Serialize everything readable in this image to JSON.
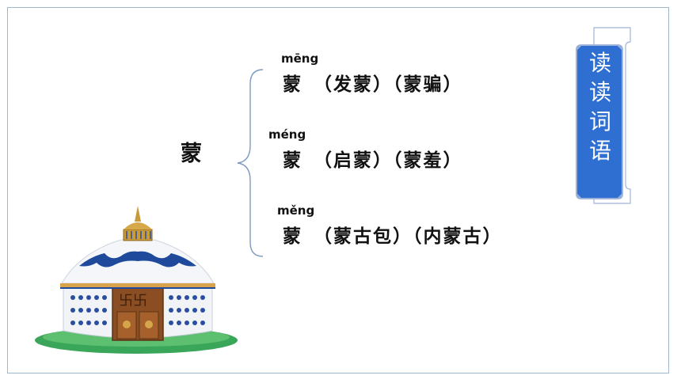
{
  "main_character": "蒙",
  "readings": [
    {
      "pinyin": "mēng",
      "char": "蒙",
      "words": "（发蒙）（蒙骗）"
    },
    {
      "pinyin": "méng",
      "char": "蒙",
      "words": "（启蒙）（蒙羞）"
    },
    {
      "pinyin": "měng",
      "char": "蒙",
      "words": "（蒙古包）（内蒙古）"
    }
  ],
  "badge": [
    "读",
    "读",
    "词",
    "语"
  ],
  "colors": {
    "badge_blue": "#2f6fd1",
    "badge_border": "#9fb3d8",
    "brace": "#7d9ac0",
    "frame": "#9fb6cf",
    "yurt_blue": "#1f4a9c",
    "yurt_wood": "#8a4e22",
    "ground_green": "#3aa65a"
  },
  "icons": {
    "yurt": "yurt-illustration",
    "brace": "curly-brace"
  }
}
